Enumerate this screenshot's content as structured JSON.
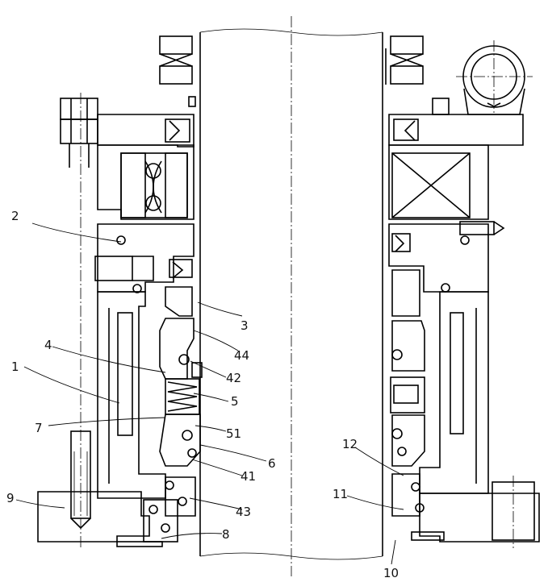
{
  "callouts": {
    "c1": "1",
    "c2": "2",
    "c3": "3",
    "c4": "4",
    "c5": "5",
    "c6": "6",
    "c7": "7",
    "c8": "8",
    "c9": "9",
    "c10": "10",
    "c11": "11",
    "c12": "12",
    "c41": "41",
    "c42": "42",
    "c43": "43",
    "c44": "44",
    "c51": "51"
  }
}
